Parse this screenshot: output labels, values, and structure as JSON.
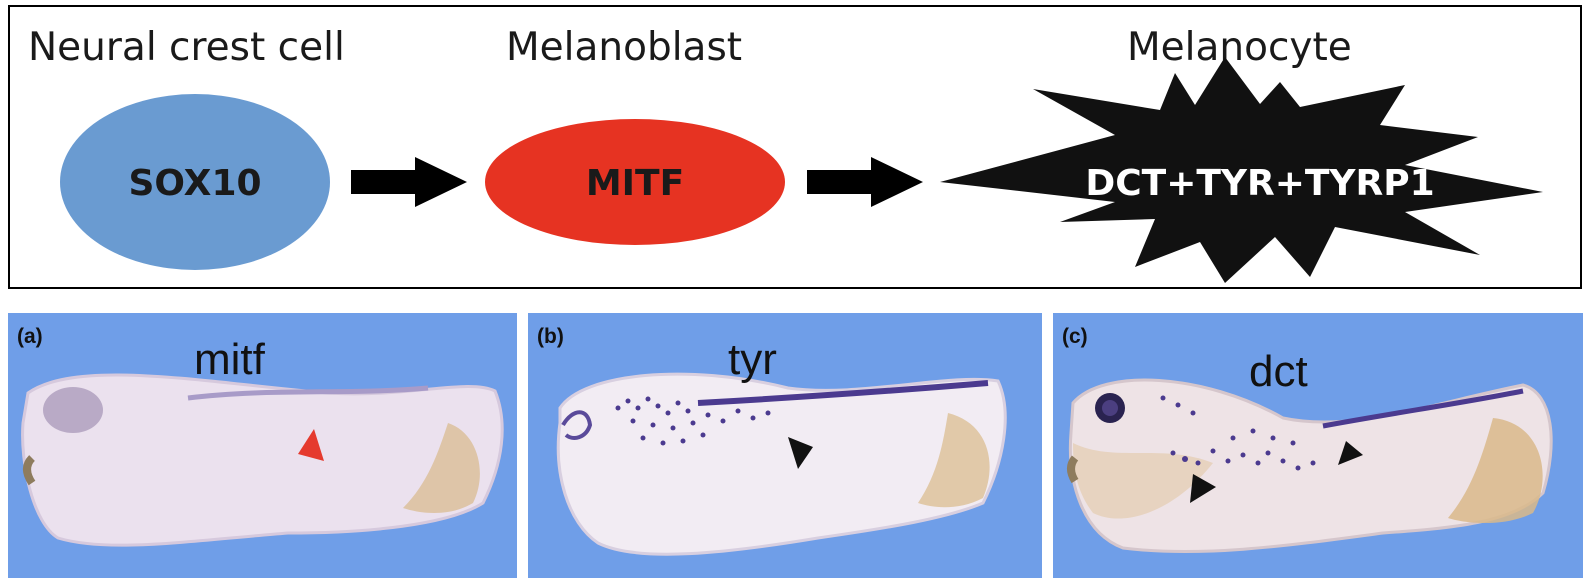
{
  "pathway": {
    "stages": [
      {
        "label": "Neural crest cell",
        "marker": "SOX10",
        "color": "#6a9bd1"
      },
      {
        "label": "Melanoblast",
        "marker": "MITF",
        "color": "#e63322"
      },
      {
        "label": "Melanocyte",
        "marker": "DCT+TYR+TYRP1",
        "color": "#111111"
      }
    ]
  },
  "panels": [
    {
      "letter": "(a)",
      "gene": "mitf",
      "arrowhead_color": "#e53a2e"
    },
    {
      "letter": "(b)",
      "gene": "tyr",
      "arrowhead_color": "#111111"
    },
    {
      "letter": "(c)",
      "gene": "dct",
      "arrowhead_color": "#111111"
    }
  ],
  "colors": {
    "background_blue": "#6f9ee8",
    "embryo": "#e9e0ee",
    "stain": "#4b3a8f"
  }
}
